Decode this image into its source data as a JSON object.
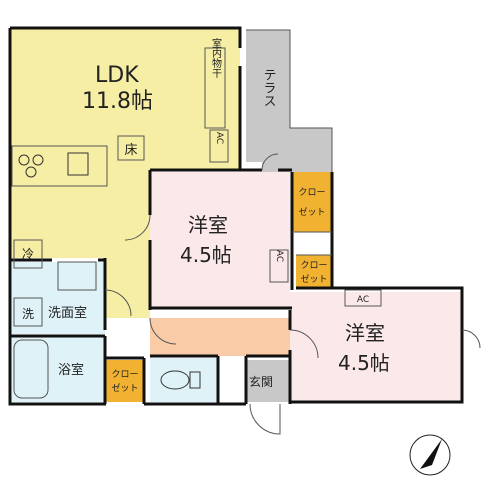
{
  "rooms": {
    "ldk": {
      "name": "LDK",
      "size": "11.8帖",
      "dry_label": "室内物干",
      "floor_label": "床",
      "ac": "AC",
      "stove_icon": "stove-icon",
      "sink_icon": "sink-icon",
      "fridge_label": "冷",
      "color": "#f6eea4"
    },
    "western1": {
      "name": "洋室",
      "size": "4.5帖",
      "ac": "AC",
      "color": "#fbe9ea"
    },
    "western2": {
      "name": "洋室",
      "size": "4.5帖",
      "ac": "AC",
      "color": "#fbe9ea"
    },
    "terrace": {
      "name": "テラス",
      "color": "#c8c8c8"
    },
    "washroom": {
      "name": "洗面室",
      "washer_label": "洗",
      "color": "#dff2f8"
    },
    "bath": {
      "name": "浴室",
      "color": "#dff2f8"
    },
    "entrance": {
      "name": "玄関",
      "color": "#c8c8c8"
    },
    "toilet": {
      "color": "#dff2f8"
    },
    "hallway": {
      "color": "#f9cba7"
    }
  },
  "closets": {
    "label_line1": "クロー",
    "label_line2": "ゼット",
    "color": "#f1b232"
  },
  "compass": {
    "icon": "north-arrow-icon"
  }
}
